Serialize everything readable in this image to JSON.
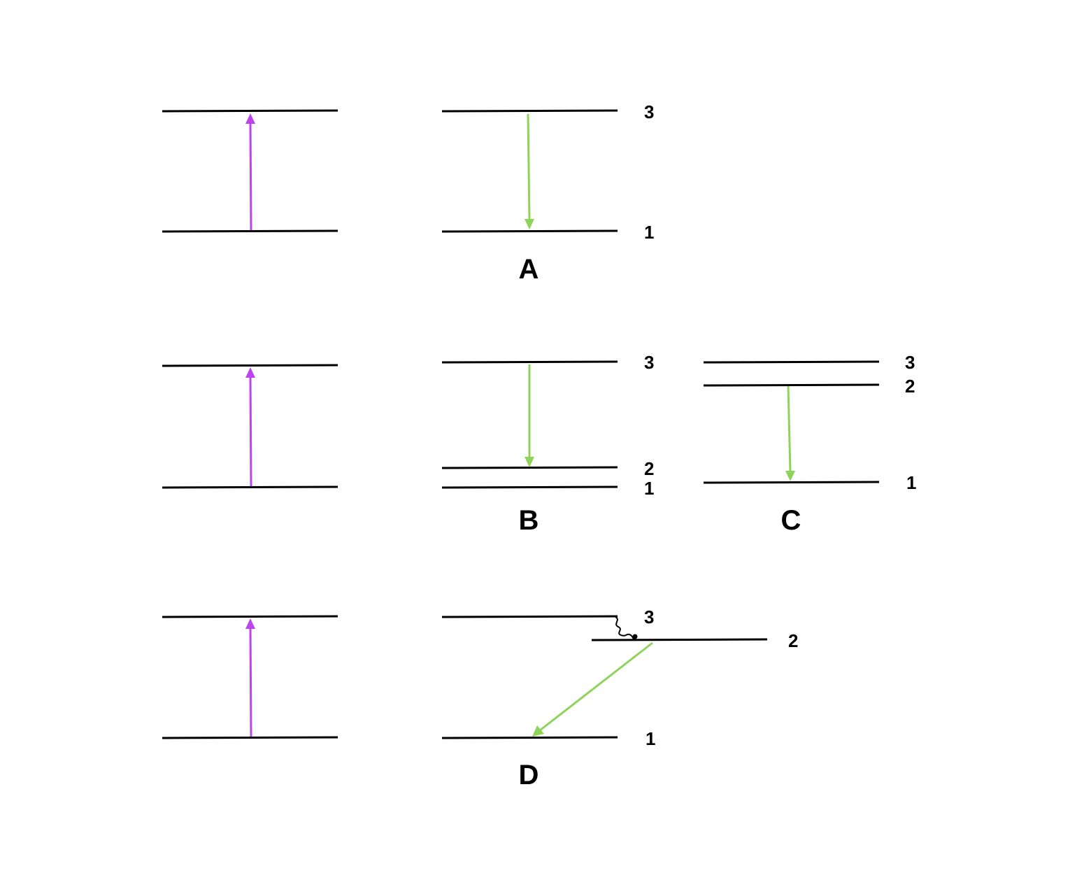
{
  "colors": {
    "absorption": "#bb44ee",
    "emission": "#8fd45a",
    "level": "#000000",
    "background": "#ffffff"
  },
  "panels": {
    "A": {
      "label": "A",
      "levels": [
        "3",
        "1"
      ]
    },
    "B": {
      "label": "B",
      "levels": [
        "3",
        "2",
        "1"
      ]
    },
    "C": {
      "label": "C",
      "levels": [
        "3",
        "2",
        "1"
      ]
    },
    "D": {
      "label": "D",
      "levels": [
        "3",
        "2",
        "1"
      ]
    }
  }
}
